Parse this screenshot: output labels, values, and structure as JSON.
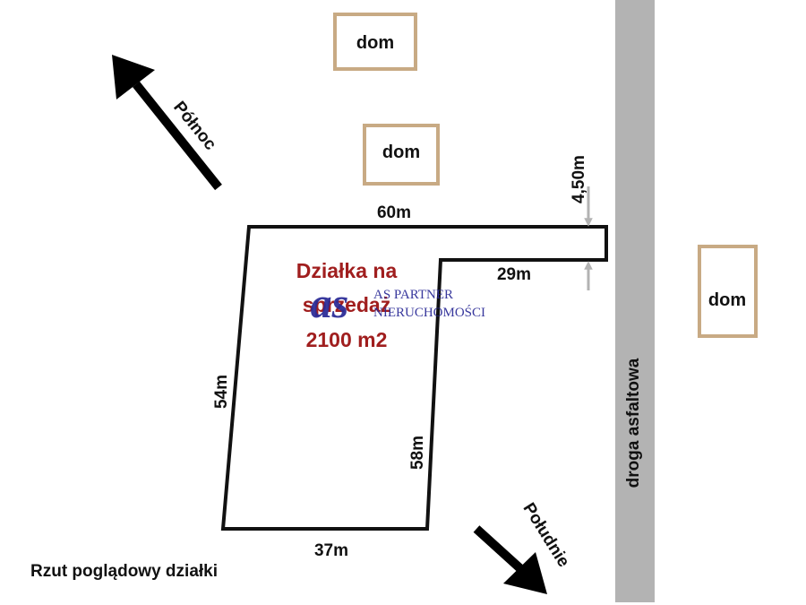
{
  "houses": [
    {
      "label": "dom"
    },
    {
      "label": "dom"
    },
    {
      "label": "dom"
    }
  ],
  "directions": {
    "north": "Północ",
    "south": "Południe"
  },
  "road": {
    "label": "droga asfaltowa"
  },
  "dimensions": {
    "top": "60m",
    "inner_top": "29m",
    "access_width": "4,50m",
    "left": "54m",
    "right": "58m",
    "bottom": "37m"
  },
  "plot": {
    "title_line1": "Działka na",
    "title_line2": "sprzedaż",
    "area": "2100 m2"
  },
  "watermark": {
    "logo": "as",
    "line1": "AS PARTNER",
    "line2": "NIERUCHOMOŚCI"
  },
  "caption": "Rzut poglądowy działki",
  "colors": {
    "house_border": "#c8aa84",
    "road": "#b3b3b3",
    "plot_outline": "#111111",
    "plot_text": "#a01e1e",
    "watermark": "#2a2a96",
    "small_arrow": "#b3b3b3"
  }
}
